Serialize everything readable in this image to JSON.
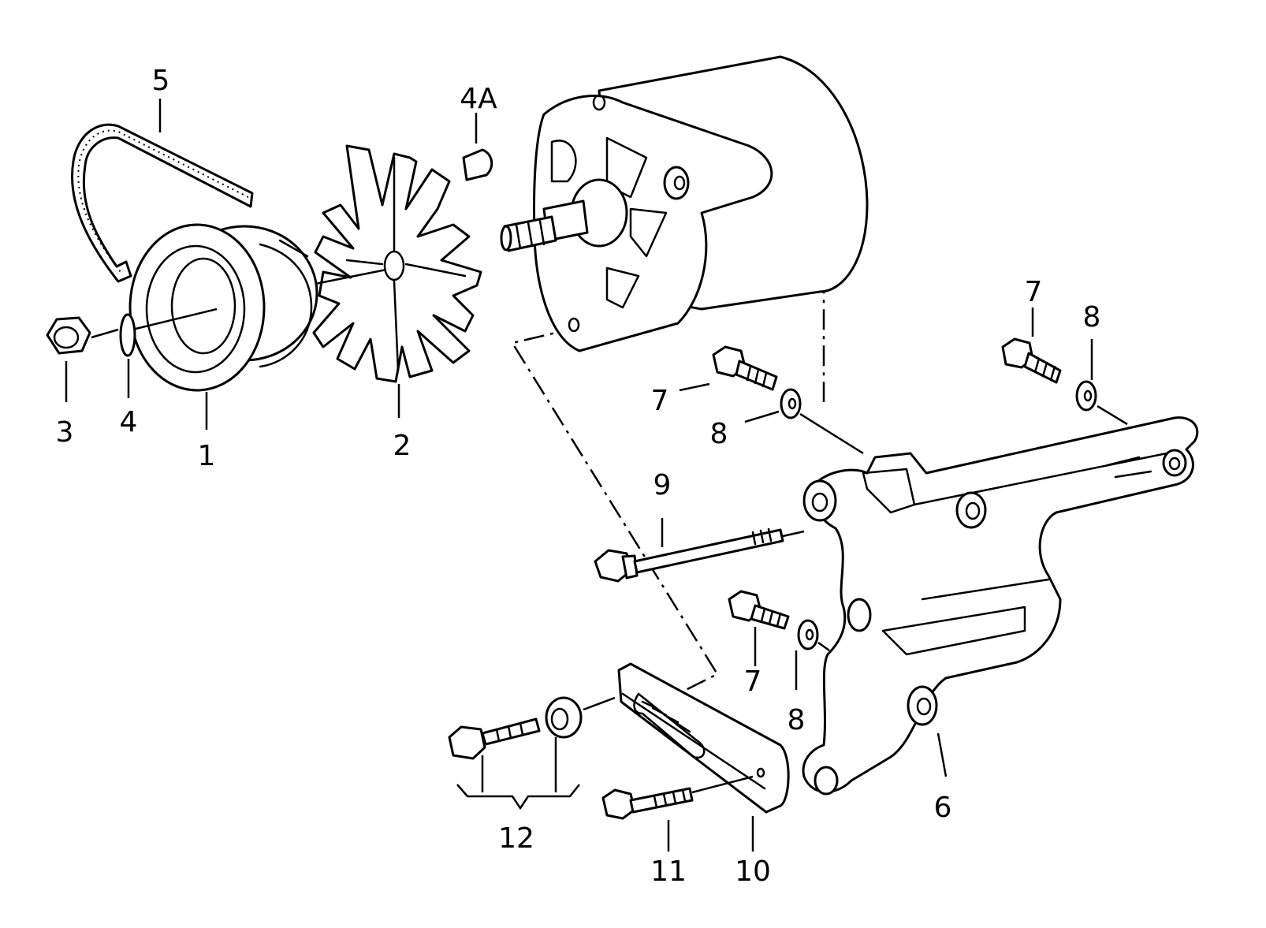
{
  "callouts": {
    "c1": "1",
    "c2": "2",
    "c3": "3",
    "c4": "4",
    "c4a": "4A",
    "c5": "5",
    "c6": "6",
    "c7a": "7",
    "c7b": "7",
    "c7c": "7",
    "c8a": "8",
    "c8b": "8",
    "c8c": "8",
    "c9": "9",
    "c10": "10",
    "c11": "11",
    "c12": "12"
  }
}
